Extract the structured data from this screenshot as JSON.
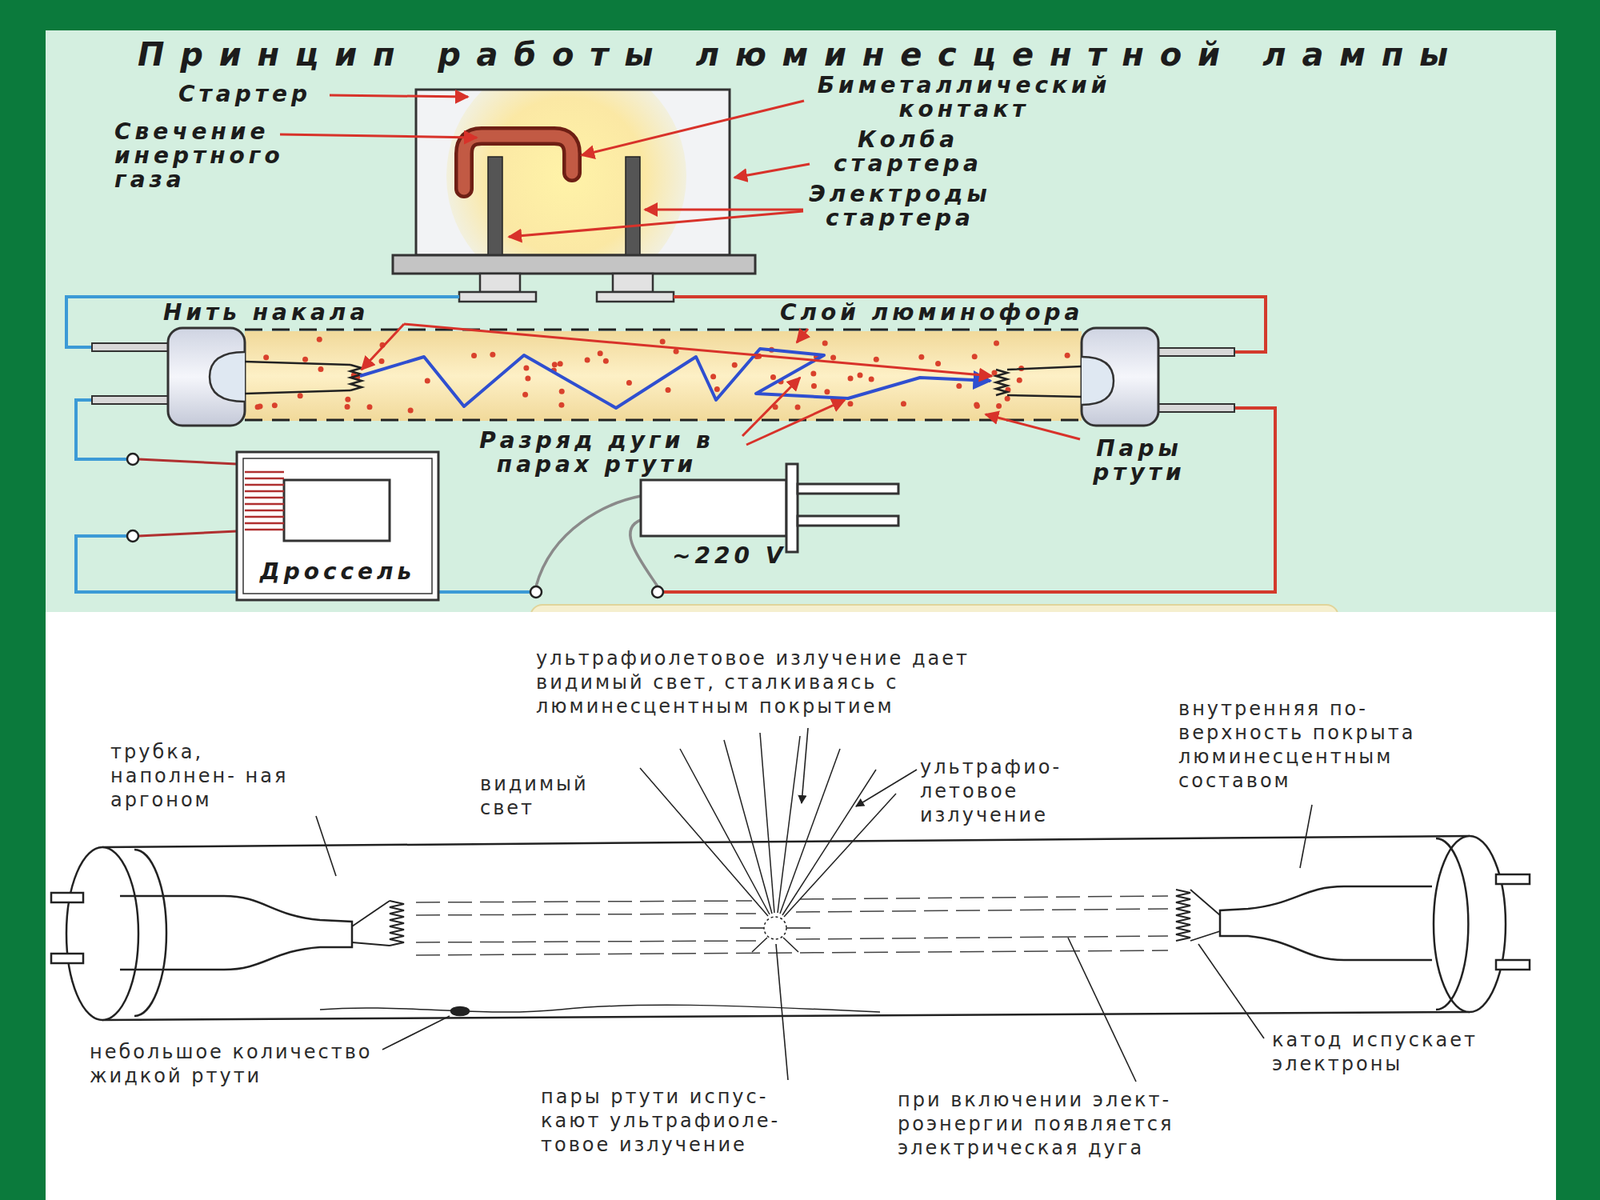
{
  "diagram": {
    "title": "Принцип работы люминесцентной лампы",
    "labels": [
      "Стартер",
      "Свечение инертного газа",
      "Биметаллический контакт",
      "Колба стартера",
      "Электроды стартера",
      "Нить накала",
      "Слой люминофора",
      "Разряд дуги в парах ртути",
      "Пары ртути",
      "Дроссель",
      "~220 V",
      "ультрафиолетовое излучение дает видимый свет, сталкиваясь с люминесцентным покрытием",
      "трубка, наполнен- ная аргоном",
      "видимый свет",
      "ультрафио- летовое излучение",
      "внутренняя по- верхность покрыта люминесцентным составом",
      "небольшое количество жидкой ртути",
      "пары ртути испус- кают ультрафиоле- товое излучение",
      "при включении элект- роэнергии появляется электрическая дуга",
      "катод испускает электроны"
    ]
  }
}
